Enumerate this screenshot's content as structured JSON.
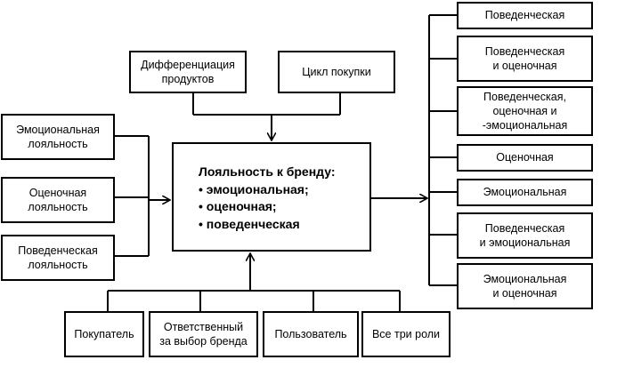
{
  "top": {
    "product_diff": "Дифференциация\nпродуктов",
    "purchase_cycle": "Цикл покупки"
  },
  "center": {
    "title": "Лояльность к бренду:",
    "items": [
      "• эмоциональная;",
      "• оценочная;",
      "• поведенческая"
    ]
  },
  "left": {
    "items": [
      "Эмоциональная\nлояльность",
      "Оценочная\nлояльность",
      "Поведенческая\nлояльность"
    ]
  },
  "bottom": {
    "items": [
      "Покупатель",
      "Ответственный\nза выбор бренда",
      "Пользователь",
      "Все три роли"
    ]
  },
  "right": {
    "items": [
      "Поведенческая",
      "Поведенческая\nи оценочная",
      "Поведенческая,\nоценочная и\n-эмоциональная",
      "Оценочная",
      "Эмоциональная",
      "Поведенческая\nи эмоциональная",
      "Эмоциональная\nи оценочная"
    ]
  }
}
